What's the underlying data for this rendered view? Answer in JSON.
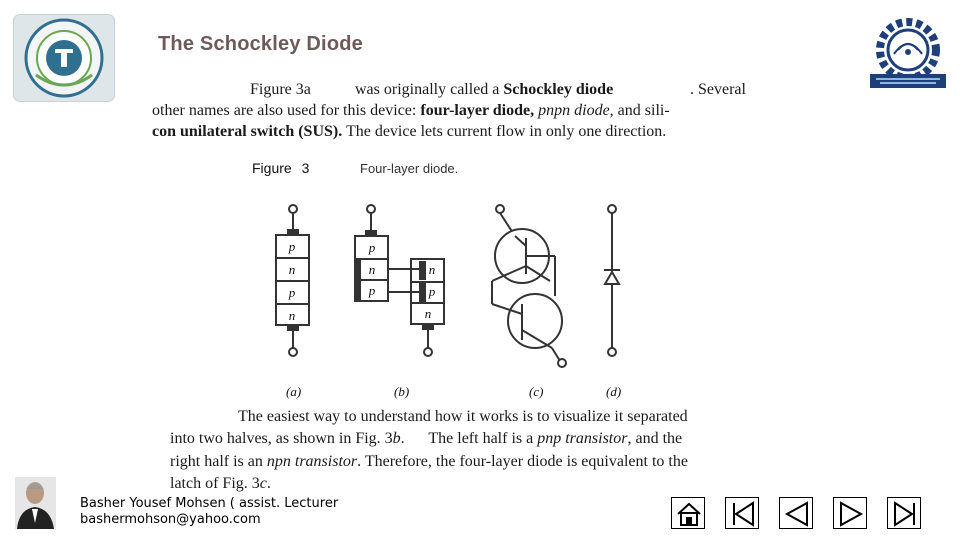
{
  "title": "The Schockley Diode",
  "paragraph1": {
    "fig_ref": "Figure 3a",
    "t1": "was originally called a ",
    "b1": "Schockley diode",
    "t2": ". Several",
    "line2_t": "other names are also used for this device: ",
    "line2_b": "four-layer diode, ",
    "line2_i": "pnpn diode,",
    "line2_t2": " and sili-",
    "line3_b": "con unilateral switch (SUS).",
    "line3_t": " The device lets current flow in only one direction."
  },
  "figure": {
    "label": "Figure",
    "number": "3",
    "caption": "Four-layer diode.",
    "panel_a": {
      "layers": [
        "p",
        "n",
        "p",
        "n"
      ],
      "label": "(a)"
    },
    "panel_b": {
      "left_layers": [
        "p",
        "n",
        "p"
      ],
      "right_layers": [
        "n",
        "p",
        "n"
      ],
      "label": "(b)"
    },
    "panel_c": {
      "label": "(c)"
    },
    "panel_d": {
      "label": "(d)"
    }
  },
  "paragraph2": {
    "l1": "The easiest way to understand how it works is to visualize it separated",
    "l2a": "into two halves, as shown in Fig. 3",
    "l2b": "b",
    "l2c": ".      The left half is a ",
    "l2d": "pnp transistor",
    "l2e": ", and the",
    "l3a": "right half is an ",
    "l3b": "npn transistor",
    "l3c": ". Therefore, the four-layer diode is equivalent to the",
    "l4a": "latch of Fig. 3",
    "l4b": "c",
    "l4c": "."
  },
  "author": {
    "name": "Basher Yousef Mohsen ( assist. Lecturer",
    "email": "bashermohson@yahoo.com"
  },
  "nav": [
    "home-icon",
    "first-slide-icon",
    "previous-icon",
    "next-icon",
    "last-slide-icon"
  ]
}
